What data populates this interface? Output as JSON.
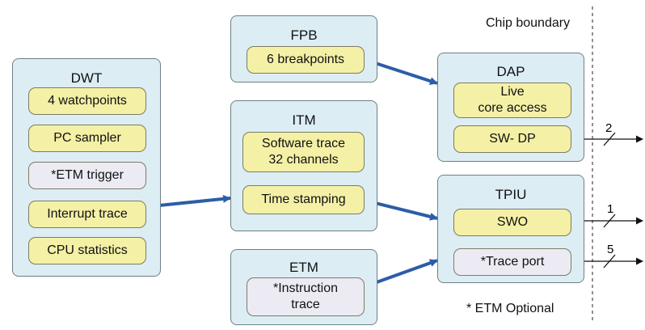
{
  "blocks": {
    "dwt": {
      "title": "DWT",
      "items": [
        "4 watchpoints",
        "PC sampler",
        "*ETM trigger",
        "Interrupt trace",
        "CPU statistics"
      ]
    },
    "fpb": {
      "title": "FPB",
      "items": [
        "6 breakpoints"
      ]
    },
    "itm": {
      "title": "ITM",
      "items": [
        "Software trace\n32 channels",
        "Time stamping"
      ]
    },
    "etm": {
      "title": "ETM",
      "items": [
        "*Instruction\ntrace"
      ]
    },
    "dap": {
      "title": "DAP",
      "items": [
        "Live\ncore access",
        "SW- DP"
      ]
    },
    "tpiu": {
      "title": "TPIU",
      "items": [
        "SWO",
        "*Trace port"
      ]
    }
  },
  "labels": {
    "chip_boundary": "Chip boundary",
    "etm_optional": "* ETM Optional"
  },
  "bus_widths": {
    "swdp": "2",
    "swo": "1",
    "trace_port": "5"
  },
  "colors": {
    "block_fill": "#dcedf4",
    "item_yellow": "#f4f0a6",
    "item_lilac": "#ecebf4",
    "arrow": "#2d5da8"
  }
}
